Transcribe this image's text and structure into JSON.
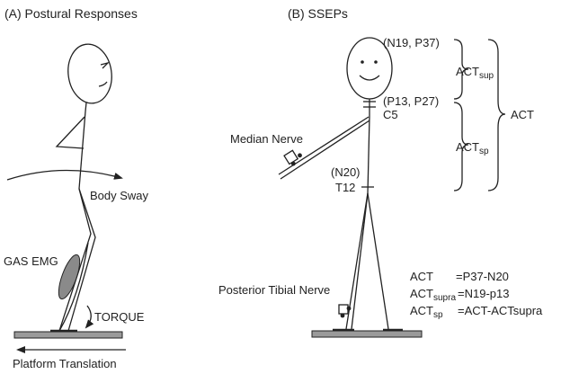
{
  "panel_a": {
    "title": "(A)  Postural Responses",
    "body_sway": "Body Sway",
    "gas_emg": "GAS EMG",
    "torque": "TORQUE",
    "platform_translation": "Platform Translation"
  },
  "panel_b": {
    "title": "(B)  SSEPs",
    "n19_p37": "(N19, P37)",
    "p13_p27": "(P13, P27)",
    "c5": "C5",
    "median_nerve": "Median Nerve",
    "n20": "(N20)",
    "t12": "T12",
    "posterior_tibial_nerve": "Posterior Tibial Nerve",
    "act_sup_base": "ACT",
    "act_sup_sub": "sup",
    "act_sp_base": "ACT",
    "act_sp_sub": "sp",
    "act_total": "ACT",
    "legend": {
      "row1_name": "ACT",
      "row1_value": "=P37-N20",
      "row2_name_base": "ACT",
      "row2_name_sub": "supra",
      "row2_value": "=N19-p13",
      "row3_name_base": "ACT",
      "row3_name_sub": "sp",
      "row3_value": "=ACT-ACTsupra"
    }
  }
}
